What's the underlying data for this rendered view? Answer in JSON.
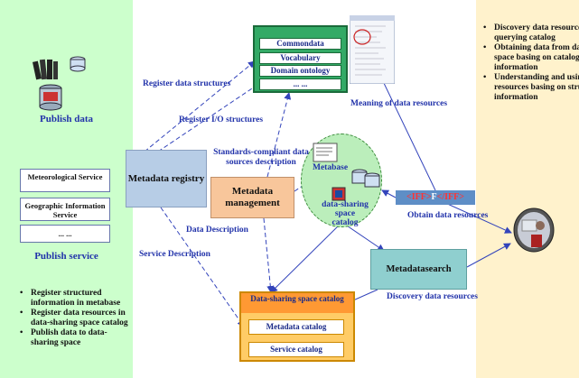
{
  "left": {
    "publish_data_label": "Publish data",
    "services": [
      "Meteorological Service",
      "Geographic Information Service",
      "... ..."
    ],
    "publish_service_label": "Publish service",
    "bullets": [
      "Register structured information in metabase",
      "Register data resources in data-sharing space catalog",
      "Publish data to data-sharing space"
    ]
  },
  "right": {
    "bullets": [
      "Discovery data resources by querying catalog",
      "Obtaining data from data-sharing space basing on catalog information",
      "Understanding and using data resources basing on structured information"
    ]
  },
  "schema_stack": {
    "items": [
      "Commondata",
      "Vocabulary",
      "Domain ontology",
      "... ..."
    ]
  },
  "boxes": {
    "metadata_registry": "Metadata registry",
    "metadata_management": "Metadata management",
    "metadatasearch": "Metadatasearch"
  },
  "metabase": {
    "label": "Metabase",
    "catalog_label": "data-sharing space catalog"
  },
  "dss_catalog": {
    "title": "Data-sharing space catalog",
    "items": [
      "Metadata catalog",
      "Service catalog"
    ]
  },
  "iff": {
    "tag_open": "<IFF>",
    "middle": "F",
    "tag_close": "</IFF>"
  },
  "edge_labels": {
    "register_data_structures": "Register data structures",
    "register_io_structures": "Register I/O structures",
    "standards_compliant": "Standards-compliant data sources description",
    "meaning": "Meaning of data resources",
    "obtain": "Obtain data resources",
    "data_description": "Data Description",
    "service_description": "Service Description",
    "discovery": "Discovery data resources"
  }
}
